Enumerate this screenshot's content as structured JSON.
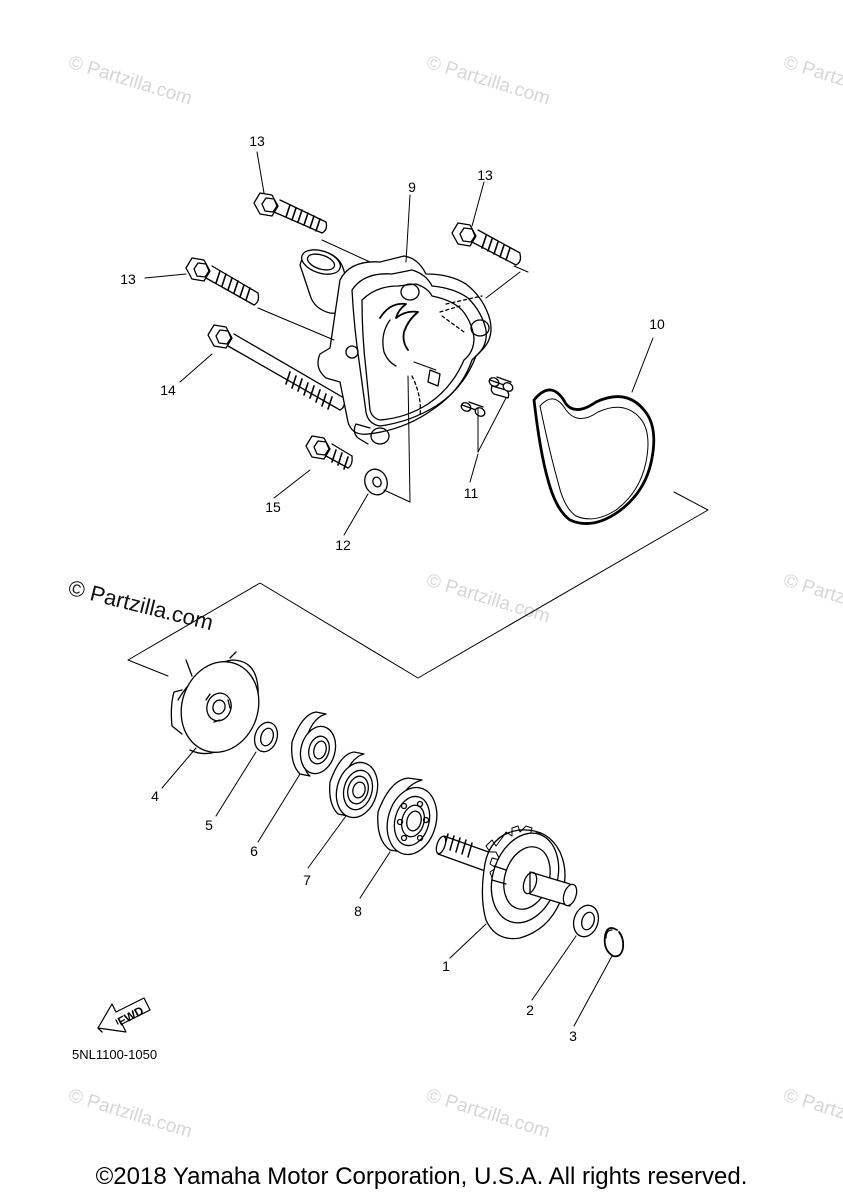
{
  "watermark": {
    "text": "© Partzilla.com",
    "main_text": "© Partzilla.com"
  },
  "callouts": [
    {
      "id": "13a",
      "label": "13"
    },
    {
      "id": "9",
      "label": "9"
    },
    {
      "id": "13b",
      "label": "13"
    },
    {
      "id": "13c",
      "label": "13"
    },
    {
      "id": "10",
      "label": "10"
    },
    {
      "id": "14",
      "label": "14"
    },
    {
      "id": "11",
      "label": "11"
    },
    {
      "id": "15",
      "label": "15"
    },
    {
      "id": "12",
      "label": "12"
    },
    {
      "id": "4",
      "label": "4"
    },
    {
      "id": "5",
      "label": "5"
    },
    {
      "id": "6",
      "label": "6"
    },
    {
      "id": "7",
      "label": "7"
    },
    {
      "id": "8",
      "label": "8"
    },
    {
      "id": "1",
      "label": "1"
    },
    {
      "id": "2",
      "label": "2"
    },
    {
      "id": "3",
      "label": "3"
    }
  ],
  "fwd_label": "FWD",
  "diagram_code": "5NL1100-1050",
  "copyright": "©2018 Yamaha Motor Corporation, U.S.A. All rights reserved.",
  "colors": {
    "line": "#000000",
    "watermark": "#d6d6d6",
    "background": "#ffffff"
  }
}
